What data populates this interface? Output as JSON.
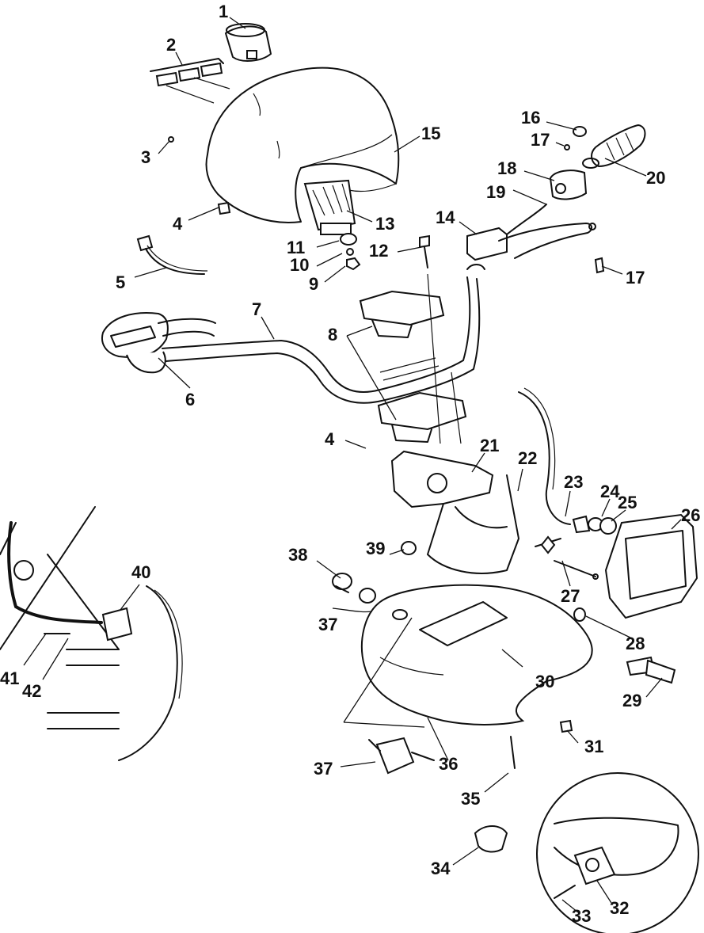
{
  "callouts": [
    {
      "id": "c1",
      "text": "1"
    },
    {
      "id": "c2",
      "text": "2"
    },
    {
      "id": "c3",
      "text": "3"
    },
    {
      "id": "c4a",
      "text": "4"
    },
    {
      "id": "c4b",
      "text": "4"
    },
    {
      "id": "c5",
      "text": "5"
    },
    {
      "id": "c6",
      "text": "6"
    },
    {
      "id": "c7",
      "text": "7"
    },
    {
      "id": "c8",
      "text": "8"
    },
    {
      "id": "c9",
      "text": "9"
    },
    {
      "id": "c10",
      "text": "10"
    },
    {
      "id": "c11",
      "text": "11"
    },
    {
      "id": "c12",
      "text": "12"
    },
    {
      "id": "c13",
      "text": "13"
    },
    {
      "id": "c14",
      "text": "14"
    },
    {
      "id": "c15",
      "text": "15"
    },
    {
      "id": "c16",
      "text": "16"
    },
    {
      "id": "c17a",
      "text": "17"
    },
    {
      "id": "c17b",
      "text": "17"
    },
    {
      "id": "c18",
      "text": "18"
    },
    {
      "id": "c19",
      "text": "19"
    },
    {
      "id": "c20",
      "text": "20"
    },
    {
      "id": "c21",
      "text": "21"
    },
    {
      "id": "c22",
      "text": "22"
    },
    {
      "id": "c23",
      "text": "23"
    },
    {
      "id": "c24",
      "text": "24"
    },
    {
      "id": "c25",
      "text": "25"
    },
    {
      "id": "c26",
      "text": "26"
    },
    {
      "id": "c27",
      "text": "27"
    },
    {
      "id": "c28",
      "text": "28"
    },
    {
      "id": "c29",
      "text": "29"
    },
    {
      "id": "c30",
      "text": "30"
    },
    {
      "id": "c31",
      "text": "31"
    },
    {
      "id": "c32",
      "text": "32"
    },
    {
      "id": "c33",
      "text": "33"
    },
    {
      "id": "c34",
      "text": "34"
    },
    {
      "id": "c35",
      "text": "35"
    },
    {
      "id": "c36",
      "text": "36"
    },
    {
      "id": "c37a",
      "text": "37"
    },
    {
      "id": "c37b",
      "text": "37"
    },
    {
      "id": "c38",
      "text": "38"
    },
    {
      "id": "c39",
      "text": "39"
    },
    {
      "id": "c40",
      "text": "40"
    },
    {
      "id": "c41",
      "text": "41"
    },
    {
      "id": "c42",
      "text": "42"
    }
  ]
}
